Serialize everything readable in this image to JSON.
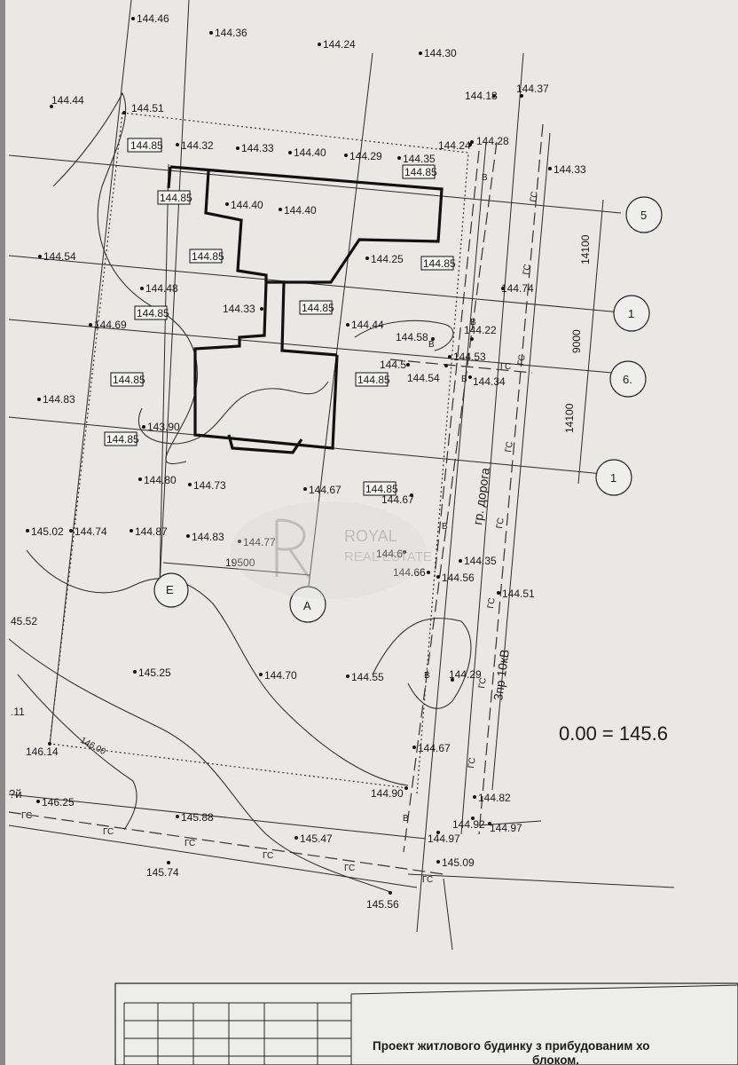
{
  "elevations": [
    {
      "label": "144.46"
    },
    {
      "label": "144.36"
    },
    {
      "label": "144.24"
    },
    {
      "label": "144.30"
    },
    {
      "label": "144.18"
    },
    {
      "label": "144.37"
    },
    {
      "label": "144.44"
    },
    {
      "label": "144.51"
    },
    {
      "label": "144.32"
    },
    {
      "label": "144.33"
    },
    {
      "label": "144.40"
    },
    {
      "label": "144.29"
    },
    {
      "label": "144.35"
    },
    {
      "label": "144.24"
    },
    {
      "label": "144.28"
    },
    {
      "label": "144.33"
    },
    {
      "label": "144.40"
    },
    {
      "label": "144.40"
    },
    {
      "label": "144.54"
    },
    {
      "label": "144.25"
    },
    {
      "label": "144.48"
    },
    {
      "label": "144.74"
    },
    {
      "label": "144.33"
    },
    {
      "label": "144.69"
    },
    {
      "label": "144.44"
    },
    {
      "label": "144.58"
    },
    {
      "label": "144.22"
    },
    {
      "label": "144.53"
    },
    {
      "label": "144.5"
    },
    {
      "label": "144.54"
    },
    {
      "label": "144.34"
    },
    {
      "label": "144.83"
    },
    {
      "label": "143.90"
    },
    {
      "label": "144.80"
    },
    {
      "label": "144.73"
    },
    {
      "label": "144.67"
    },
    {
      "label": "144.67"
    },
    {
      "label": "145.02"
    },
    {
      "label": "144.74"
    },
    {
      "label": "144.87"
    },
    {
      "label": "144.83"
    },
    {
      "label": "144.77"
    },
    {
      "label": "144.6"
    },
    {
      "label": "144.35"
    },
    {
      "label": "144.66"
    },
    {
      "label": "144.56"
    },
    {
      "label": "144.51"
    },
    {
      "label": "45.52"
    },
    {
      "label": "145.25"
    },
    {
      "label": "144.70"
    },
    {
      "label": "144.55"
    },
    {
      "label": "144.29"
    },
    {
      "label": ".11"
    },
    {
      "label": "146.14"
    },
    {
      "label": "144.67"
    },
    {
      "label": "144.90"
    },
    {
      "label": "144.82"
    },
    {
      "label": "146.25"
    },
    {
      "label": "145.88"
    },
    {
      "label": "145.47"
    },
    {
      "label": "144.92"
    },
    {
      "label": "144.97"
    },
    {
      "label": "144.97"
    },
    {
      "label": "145.09"
    },
    {
      "label": "145.74"
    },
    {
      "label": "145.56"
    }
  ],
  "boxed_levels": [
    {
      "label": "144.85"
    },
    {
      "label": "144.85"
    },
    {
      "label": "144.85"
    },
    {
      "label": "144.85"
    },
    {
      "label": "144.85"
    },
    {
      "label": "144.85"
    },
    {
      "label": "144.85"
    },
    {
      "label": "144.85"
    },
    {
      "label": "144.85"
    },
    {
      "label": "144.85"
    },
    {
      "label": "144.85"
    }
  ],
  "axis_markers": {
    "a5": "5",
    "a1_top": "1",
    "a6": "6.",
    "a1_bottom": "1",
    "aE": "E",
    "aA": "A"
  },
  "dimensions": {
    "d14100_top": "14100",
    "d9000": "9000",
    "d14100_bottom": "14100",
    "d19500": "19500"
  },
  "utility_labels": {
    "b": "B",
    "gs": "ГС",
    "road_border": "гр. дорога",
    "power_line": "3пр 10кВ",
    "contour_146": "146.00",
    "corner_mark": "?й"
  },
  "datum": "0.00  =  145.6",
  "watermark": {
    "line1": "ROYAL",
    "line2": "REAL ESTATE"
  },
  "title_block": {
    "line1": "Проект житлового будинку з прибудованим хо",
    "line2": "блоком."
  }
}
